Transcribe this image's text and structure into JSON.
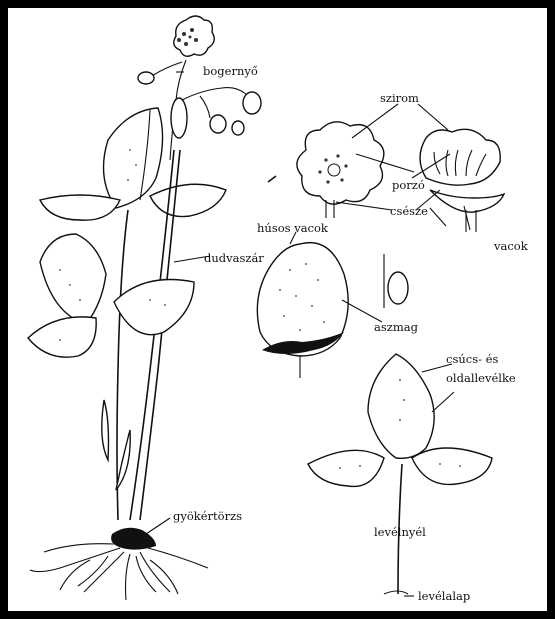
{
  "labels": {
    "bogernyo": "bogernyő",
    "szirom": "szirom",
    "porzo": "porzó",
    "csesze": "csésze",
    "vacok": "vacok",
    "husos_vacok": "húsos vacok",
    "dudvaszar": "dudvaszár",
    "aszmag": "aszmag",
    "csucs_es": "csúcs- és",
    "oldallevelke": "oldallevélke",
    "gyokertorzs": "gyökértörzs",
    "levelnyel": "levélnyél",
    "levelalap": "levélalap"
  }
}
